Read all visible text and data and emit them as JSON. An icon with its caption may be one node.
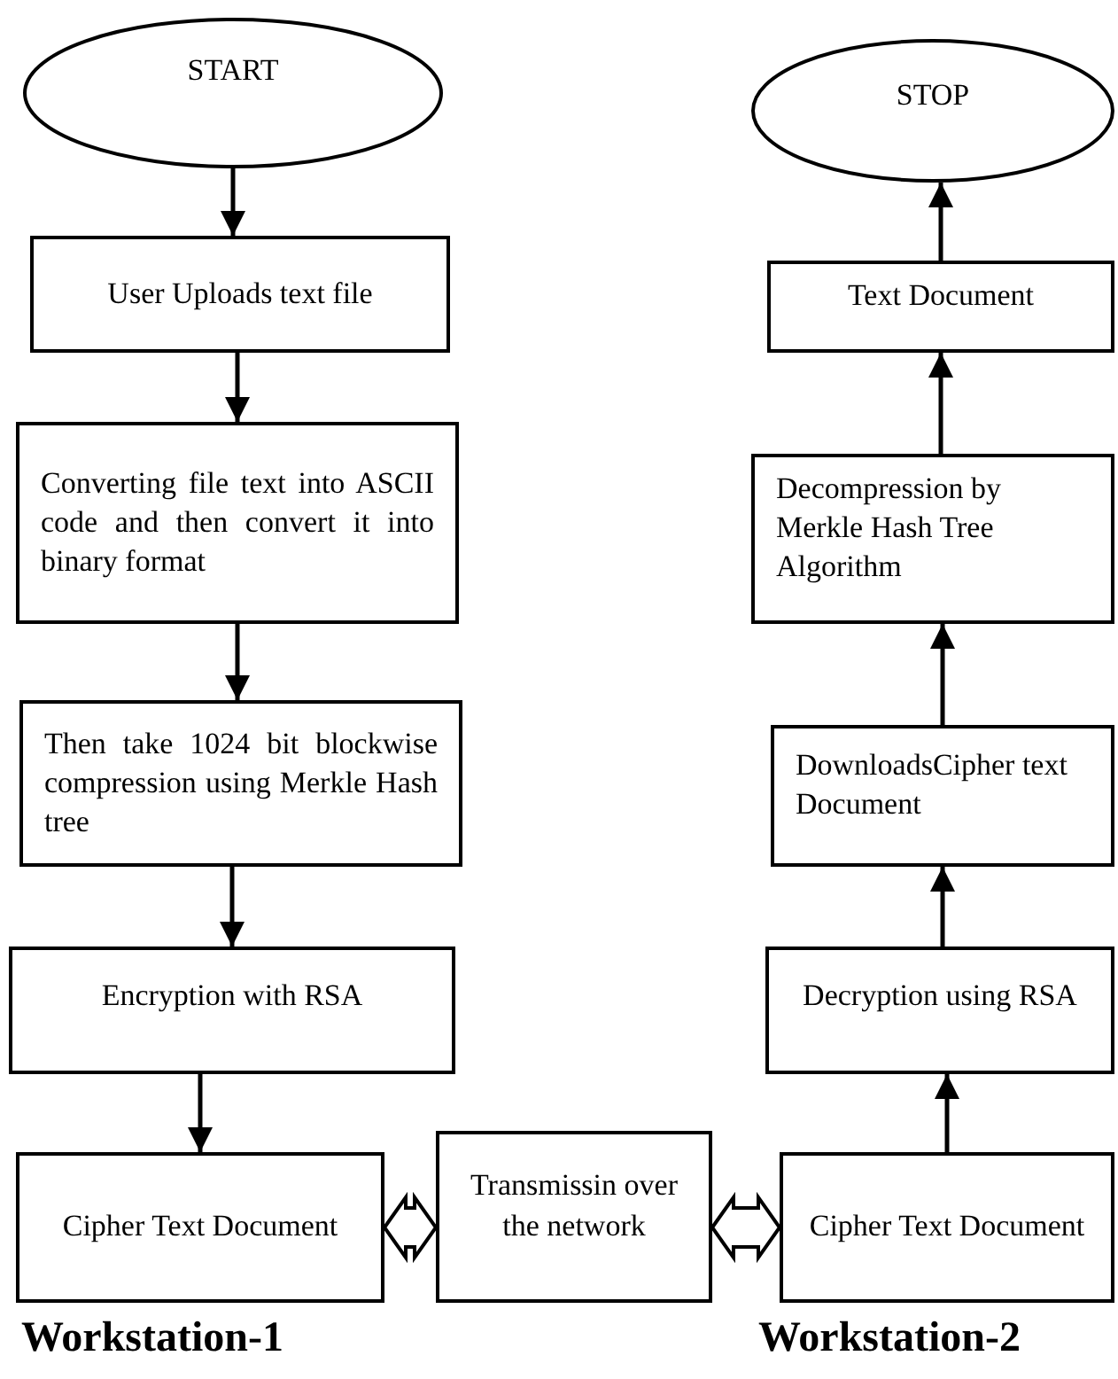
{
  "diagram": {
    "nodes": [
      {
        "text": [
          "START"
        ]
      },
      {
        "text": [
          "User Uploads text file"
        ]
      },
      {
        "text": [
          "Converting file text into ASCII code and then convert it into binary format"
        ]
      },
      {
        "text": [
          "Then take 1024 bit blockwise compression using Merkle Hash tree"
        ]
      },
      {
        "text": [
          "Encryption with RSA"
        ]
      },
      {
        "text": [
          "Cipher Text Document"
        ]
      },
      {
        "text": [
          "Transmissin over the network"
        ]
      },
      {
        "text": [
          "Cipher Text Document"
        ]
      },
      {
        "text": [
          "Decryption using RSA"
        ]
      },
      {
        "text": [
          "DownloadsCipher text Document"
        ]
      },
      {
        "text": [
          "Decompression by Merkle Hash Tree Algorithm"
        ]
      },
      {
        "text": [
          "Text Document"
        ]
      },
      {
        "text": [
          "STOP"
        ]
      }
    ],
    "edges": [
      {
        "from": 0,
        "to": 1,
        "arrow": "to"
      },
      {
        "from": 1,
        "to": 2,
        "arrow": "to"
      },
      {
        "from": 2,
        "to": 3,
        "arrow": "to"
      },
      {
        "from": 3,
        "to": 4,
        "arrow": "to"
      },
      {
        "from": 4,
        "to": 5,
        "arrow": "to"
      },
      {
        "from": 5,
        "to": 6,
        "arrow": "both",
        "style": "thick"
      },
      {
        "from": 6,
        "to": 7,
        "arrow": "both",
        "style": "thick"
      },
      {
        "from": 7,
        "to": 8,
        "arrow": "to"
      },
      {
        "from": 8,
        "to": 9,
        "arrow": "to"
      },
      {
        "from": 9,
        "to": 10,
        "arrow": "to"
      },
      {
        "from": 10,
        "to": 11,
        "arrow": "to"
      },
      {
        "from": 11,
        "to": 12,
        "arrow": "to"
      }
    ],
    "labels": [
      "Workstation-1",
      "Workstation-2"
    ]
  }
}
